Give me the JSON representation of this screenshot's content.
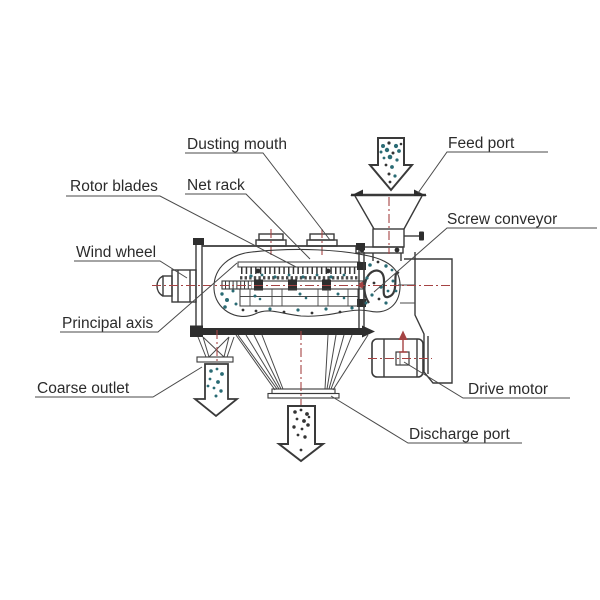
{
  "diagram": {
    "kind": "machine-part-callout-diagram",
    "labels": {
      "dusting_mouth": "Dusting mouth",
      "feed_port": "Feed port",
      "rotor_blades": "Rotor blades",
      "net_rack": "Net rack",
      "screw_conveyor": "Screw conveyor",
      "wind_wheel": "Wind wheel",
      "principal_axis": "Principal axis",
      "coarse_outlet": "Coarse outlet",
      "drive_motor": "Drive motor",
      "discharge_port": "Discharge port"
    },
    "colors": {
      "line": "#3a3a3a",
      "centerline_red": "#a54343",
      "particle_teal": "#2a6b74",
      "particle_dark": "#343434",
      "text": "#2b2b2b",
      "background": "#ffffff"
    }
  }
}
